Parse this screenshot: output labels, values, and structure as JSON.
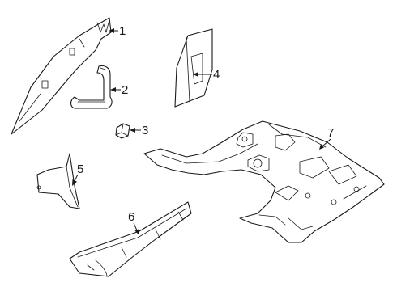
{
  "callouts": [
    {
      "number": "1"
    },
    {
      "number": "2"
    },
    {
      "number": "3"
    },
    {
      "number": "4"
    },
    {
      "number": "5"
    },
    {
      "number": "6"
    },
    {
      "number": "7"
    }
  ],
  "colors": {
    "line": "#1a1a1a",
    "background": "#ffffff"
  }
}
